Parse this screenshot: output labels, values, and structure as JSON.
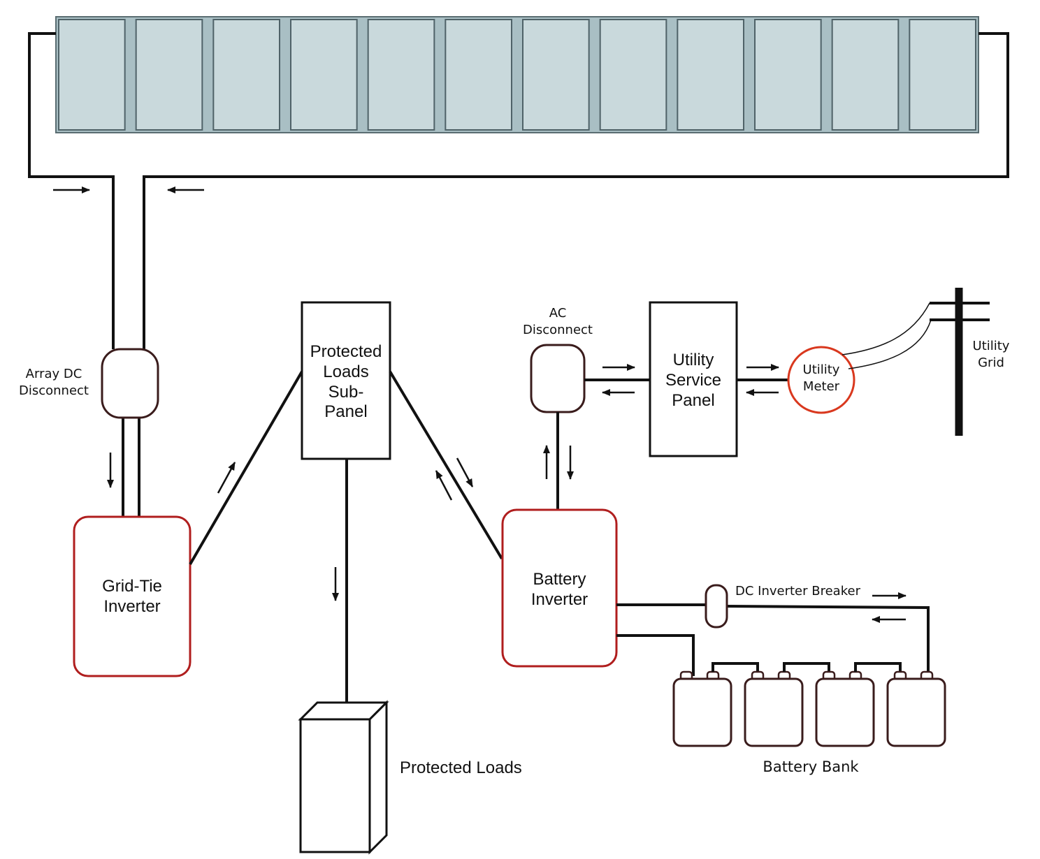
{
  "labels": {
    "array_dc_disconnect": "Array DC\nDisconnect",
    "grid_tie_inverter": "Grid-Tie\nInverter",
    "protected_loads_sub_panel": "Protected\nLoads\nSub-\nPanel",
    "protected_loads": "Protected Loads",
    "ac_disconnect": "AC\nDisconnect",
    "utility_service_panel": "Utility\nService\nPanel",
    "utility_meter": "Utility\nMeter",
    "utility_grid": "Utility\nGrid",
    "battery_inverter": "Battery\nInverter",
    "dc_inverter_breaker": "DC Inverter Breaker",
    "battery_bank": "Battery Bank"
  },
  "colors": {
    "line": "#111111",
    "inverter_border": "#b01e1e",
    "meter_border": "#d9381e",
    "panel_fill": "#c9d9dc",
    "panel_border": "#4f6268",
    "battery_border": "#3a1c1c"
  },
  "solar_array": {
    "panel_count": 12
  },
  "battery_bank": {
    "battery_count": 4
  }
}
